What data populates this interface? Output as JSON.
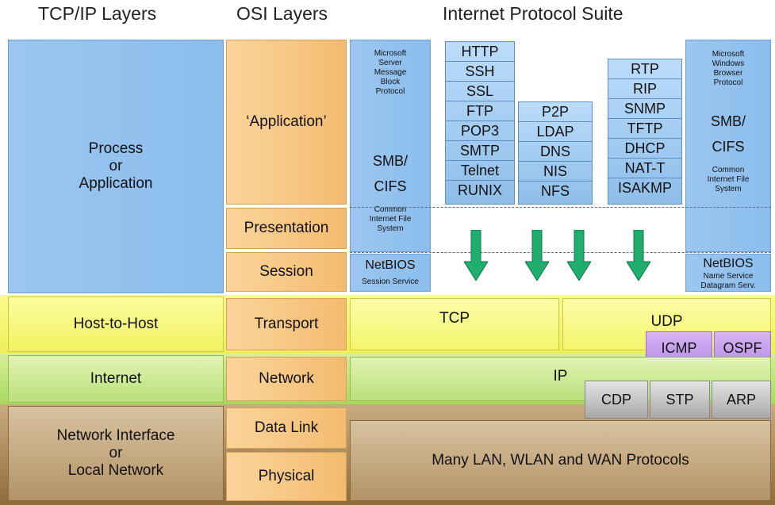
{
  "headers": {
    "tcpip": "TCP/IP Layers",
    "osi": "OSI Layers",
    "suite": "Internet Protocol Suite"
  },
  "tcpip_layers": [
    {
      "name": "Process\nor\nApplication",
      "color": "#9cc6f0"
    },
    {
      "name": "Host-to-Host",
      "color": "#f3f36a"
    },
    {
      "name": "Internet",
      "color": "#b9e07a"
    },
    {
      "name": "Network Interface\nor\nLocal Network",
      "color": "#a98556"
    }
  ],
  "osi_layers": [
    "‘Application’",
    "Presentation",
    "Session",
    "Transport",
    "Network",
    "Data Link",
    "Physical"
  ],
  "smb_left": {
    "full_name": "Microsoft\nServer\nMessage\nBlock\nProtocol",
    "smb": "SMB/",
    "cifs": "CIFS",
    "cifs_full": "Common\nInternet File\nSystem",
    "netbios": "NetBIOS",
    "netbios_sub": "Session Service"
  },
  "smb_right": {
    "full_name": "Microsoft\nWindows\nBrowser\nProtocol",
    "smb": "SMB/",
    "cifs": "CIFS",
    "cifs_full": "Common\nInternet File\nSystem",
    "netbios": "NetBIOS",
    "netbios_sub": "Name Service\nDatagram Serv."
  },
  "tcp_app_stack": [
    "HTTP",
    "SSH",
    "SSL",
    "FTP",
    "POP3",
    "SMTP",
    "Telnet",
    "RUNIX"
  ],
  "middle_stack": [
    "P2P",
    "LDAP",
    "DNS",
    "NIS",
    "NFS"
  ],
  "udp_app_stack": [
    "RTP",
    "RIP",
    "SNMP",
    "TFTP",
    "DHCP",
    "NAT-T",
    "ISAKMP"
  ],
  "transport": {
    "tcp": "TCP",
    "udp": "UDP"
  },
  "internet_extra": [
    "ICMP",
    "OSPF"
  ],
  "network": {
    "ip": "IP"
  },
  "link_extra": [
    "CDP",
    "STP",
    "ARP"
  ],
  "link": {
    "many": "Many LAN, WLAN and WAN Protocols"
  },
  "colors": {
    "arrow": "#1fae6e",
    "orange": "#f3bb70",
    "purple": "#c39cf0",
    "gray": "#bdbdbd"
  }
}
